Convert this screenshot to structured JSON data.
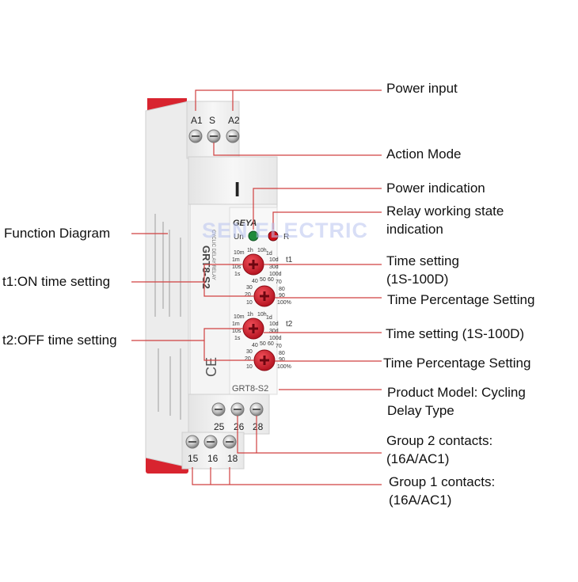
{
  "watermark": "SEN ELECTRIC",
  "brand": "GEYA",
  "model_text": "GRT8-S2",
  "side_label": "GRT8-S2",
  "side_small": "CYCLIC DELAY RELAY",
  "mode_mark": "I",
  "led": {
    "un": "Un",
    "r": "R",
    "power_color": "#1f8a3a",
    "relay_color": "#d0101a"
  },
  "knob_color": "#d51a2a",
  "housing_color": "#f2f2f2",
  "cap_color": "#d8242f",
  "t1_label": "t1",
  "t2_label": "t2",
  "time_dial": {
    "scale": [
      "1h",
      "10h",
      "10m",
      "1d",
      "1m",
      "10d",
      "10s",
      "30d",
      "1s",
      "100d"
    ]
  },
  "pct_dial": {
    "scale": [
      "40",
      "50",
      "60",
      "70",
      "30",
      "80",
      "20",
      "90",
      "10",
      "100%"
    ]
  },
  "top_terminals": [
    "A1",
    "S",
    "A2"
  ],
  "mid_terminals": [
    "25",
    "26",
    "28"
  ],
  "bottom_terminals": [
    "15",
    "16",
    "18"
  ],
  "annotations": {
    "power_input": "Power input",
    "action_mode": "Action Mode",
    "power_indication": "Power indication",
    "relay_state": [
      "Relay working state",
      "indication"
    ],
    "function_diagram": "Function Diagram",
    "t1_on": "t1:ON time setting",
    "time_setting_1": [
      "Time setting",
      "(1S-100D)"
    ],
    "pct_setting_1": "Time Percentage Setting",
    "t2_off": "t2:OFF time setting",
    "time_setting_2": "Time setting (1S-100D)",
    "pct_setting_2": "Time Percentage Setting",
    "product_model": [
      "Product Model: Cycling",
      "Delay Type"
    ],
    "group2": [
      "Group 2 contacts:",
      "(16A/AC1)"
    ],
    "group1": [
      "Group 1 contacts:",
      "(16A/AC1)"
    ]
  }
}
